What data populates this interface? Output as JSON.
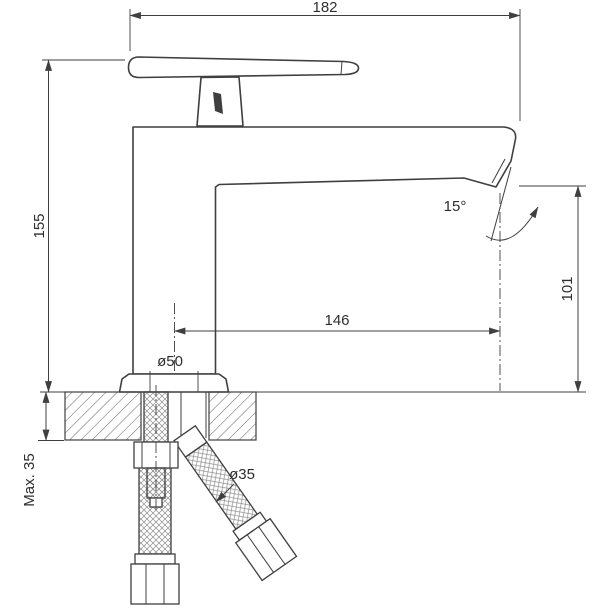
{
  "dims": {
    "overall_length": "182",
    "total_height": "155",
    "outlet_height": "101",
    "spout_reach": "146",
    "base_diameter": "ø50",
    "hole_diameter": "ø35",
    "outlet_angle": "15°",
    "max_mounting_thickness": "Max. 35"
  },
  "colors": {
    "line": "#3f3f3f",
    "background": "#ffffff",
    "hatch": "#6f6f6f",
    "braid": "#8d8d8d"
  }
}
